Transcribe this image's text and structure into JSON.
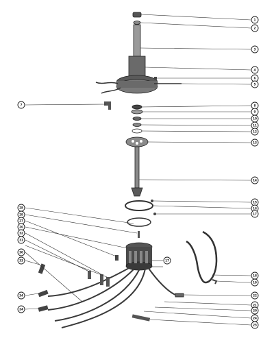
{
  "diagram": {
    "title": "",
    "callouts_right": [
      "1",
      "2",
      "3",
      "4",
      "6",
      "5",
      "8",
      "9",
      "10",
      "11",
      "12",
      "13",
      "14",
      "15",
      "16",
      "17",
      "17",
      "18",
      "19",
      "22",
      "21",
      "20",
      "24",
      "25"
    ],
    "callouts_left": [
      "7",
      "28",
      "29",
      "27",
      "26",
      "32",
      "31",
      "30",
      "33",
      "34",
      "24"
    ]
  },
  "colors": {
    "ink": "#1a1a1a",
    "paper": "#ffffff",
    "part_dark": "#3a3a3a",
    "part_mid": "#7a7a7a"
  }
}
